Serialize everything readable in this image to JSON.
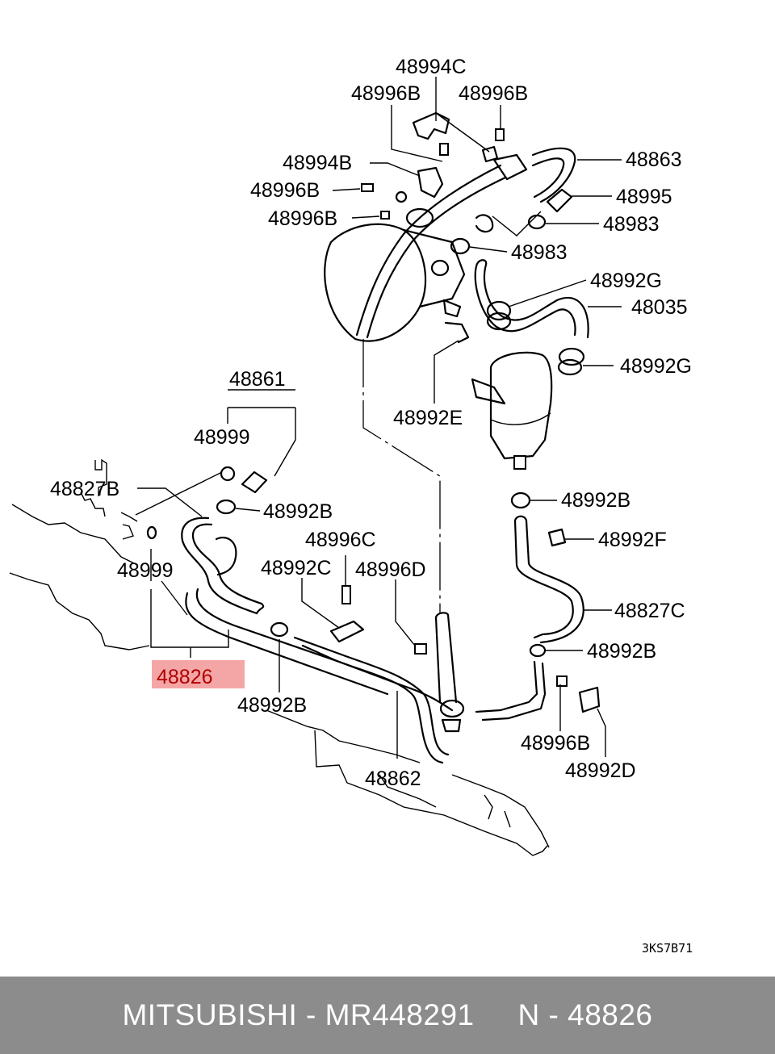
{
  "diagram": {
    "labels": {
      "p48994C": "48994C",
      "p48996B_a": "48996B",
      "p48996B_b": "48996B",
      "p48863": "48863",
      "p48994B": "48994B",
      "p48996B_c": "48996B",
      "p48995": "48995",
      "p48996B_d": "48996B",
      "p48983_a": "48983",
      "p48983_b": "48983",
      "p48992G_a": "48992G",
      "p48035": "48035",
      "p48992G_b": "48992G",
      "p48992E": "48992E",
      "p48861": "48861",
      "p48999_a": "48999",
      "p48827B": "48827B",
      "p48992B_a": "48992B",
      "p48992B_b": "48992B",
      "p48996C": "48996C",
      "p48992F": "48992F",
      "p48992C": "48992C",
      "p48996D": "48996D",
      "p48999_b": "48999",
      "p48827C": "48827C",
      "p48992B_c": "48992B",
      "p48826": "48826",
      "p48992B_d": "48992B",
      "p48996B_e": "48996B",
      "p48992D": "48992D",
      "p48862": "48862"
    },
    "figure_code": "3KS7B71",
    "highlight_color": "#f4a6a6"
  },
  "footer": {
    "text": "MITSUBISHI - MR448291     N - 48826",
    "background": "#8c8c8c"
  }
}
